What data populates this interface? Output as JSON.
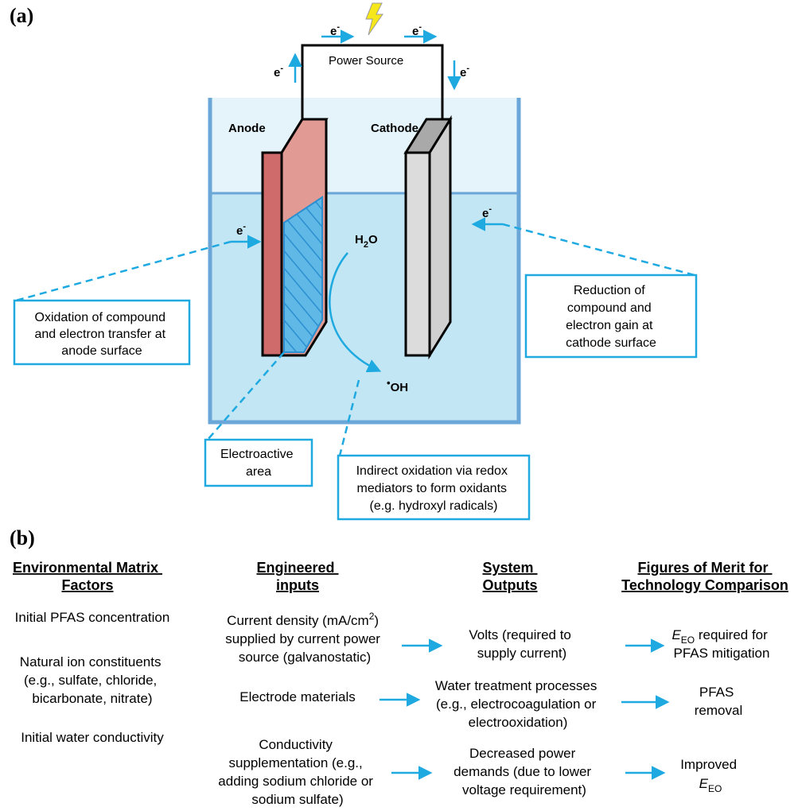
{
  "panel_a": {
    "label": "(a)",
    "electron_symbol": "e",
    "electron_sup": "-",
    "power_source": "Power Source",
    "anode": "Anode",
    "cathode": "Cathode",
    "water_main": "H",
    "water_sub": "2",
    "water_end": "O",
    "radical_dot": "•",
    "radical": "OH",
    "boxes": {
      "oxidation": [
        "Oxidation of compound",
        "and electron transfer at",
        "anode surface"
      ],
      "reduction": [
        "Reduction of",
        "compound and",
        "electron gain at",
        "cathode surface"
      ],
      "electroactive": [
        "Electroactive",
        "area"
      ],
      "indirect": [
        "Indirect oxidation via redox",
        "mediators to form oxidants",
        "(e.g. hydroxyl radicals)"
      ]
    },
    "colors": {
      "accent": "#1ea9e1",
      "upper_liquid": "#e4f4fa",
      "lower_liquid": "#c2e6f3",
      "tank_wall": "#6aa6d8",
      "anode_front": "#e29a94",
      "anode_side": "#cf6b6b",
      "cathode_front": "#dcdcdc",
      "cathode_top": "#a9a9a9",
      "lightning": "#f5e71a"
    }
  },
  "panel_b": {
    "label": "(b)",
    "headers": {
      "env": [
        "Environmental Matrix",
        "Factors"
      ],
      "eng": [
        "Engineered",
        "inputs"
      ],
      "sys": [
        "System",
        "Outputs"
      ],
      "fom": [
        "Figures of Merit for",
        "Technology Comparison"
      ]
    },
    "env_items": [
      [
        "Initial PFAS concentration"
      ],
      [
        "Natural ion constituents",
        "(e.g., sulfate, chloride,",
        "bicarbonate, nitrate)"
      ],
      [
        "Initial water conductivity"
      ]
    ],
    "rows": [
      {
        "eng": [
          "Current density (mA/cm",
          "2",
          ")",
          "supplied by current power",
          "source (galvanostatic)"
        ],
        "sys": [
          "Volts (required to",
          "supply current)"
        ],
        "fom": [
          "E",
          "EO",
          " required for",
          "PFAS mitigation"
        ]
      },
      {
        "eng": [
          "Electrode materials"
        ],
        "sys": [
          "Water treatment processes",
          "(e.g., electrocoagulation or",
          "electrooxidation)"
        ],
        "fom": [
          "PFAS",
          "removal"
        ]
      },
      {
        "eng": [
          "Conductivity",
          "supplementation (e.g.,",
          "adding sodium chloride or",
          "sodium sulfate)"
        ],
        "sys": [
          "Decreased power",
          "demands (due to lower",
          "voltage requirement)"
        ],
        "fom": [
          "Improved",
          "E",
          "EO"
        ]
      }
    ]
  }
}
